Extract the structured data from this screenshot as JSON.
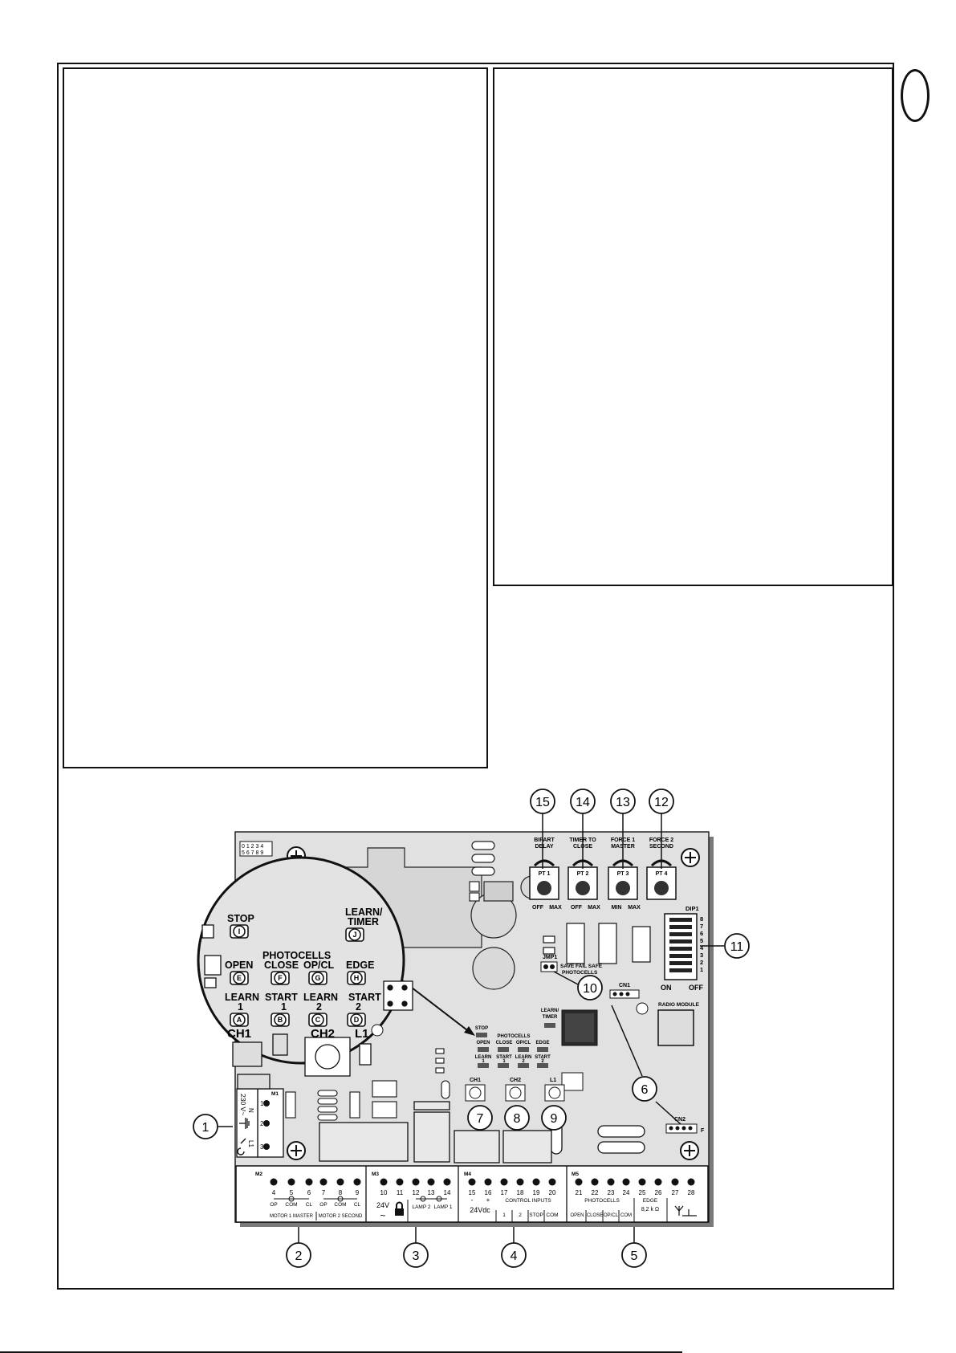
{
  "callouts": {
    "c1": "1",
    "c2": "2",
    "c3": "3",
    "c4": "4",
    "c5": "5",
    "c6": "6",
    "c7": "7",
    "c8": "8",
    "c9": "9",
    "c10": "10",
    "c11": "11",
    "c12": "12",
    "c13": "13",
    "c14": "14",
    "c15": "15"
  },
  "pots": {
    "pt1": {
      "name": "PT 1",
      "label1": "BIPART",
      "label2": "DELAY",
      "min": "OFF",
      "max": "MAX"
    },
    "pt2": {
      "name": "PT 2",
      "label1": "TIMER TO",
      "label2": "CLOSE",
      "min": "OFF",
      "max": "MAX"
    },
    "pt3": {
      "name": "PT 3",
      "label1": "FORCE 1",
      "label2": "MASTER",
      "min": "MIN",
      "max": "MAX"
    },
    "pt4": {
      "name": "PT 4",
      "label1": "FORCE 2",
      "label2": "SECOND"
    }
  },
  "dip": {
    "title": "DIP1",
    "on": "ON",
    "off": "OFF",
    "n8": "8",
    "n7": "7",
    "n6": "6",
    "n5": "5",
    "n4": "4",
    "n3": "3",
    "n2": "2",
    "n1": "1"
  },
  "codes": {
    "r1": "0 1 2 3 4",
    "r2": "5 6 7 8 9"
  },
  "jumper": {
    "name": "JMP1",
    "line1": "SAVE FAIL SAFE",
    "line2": "PHOTOCELLS"
  },
  "connectors": {
    "cn1": "CN1",
    "cn2": "CN2",
    "cn2f": "F",
    "radio": "RADIO MODULE"
  },
  "leds": {
    "stop": "STOP",
    "learn_timer1": "LEARN/",
    "learn_timer2": "TIMER",
    "photocells": "PHOTOCELLS",
    "open": "OPEN",
    "close": "CLOSE",
    "opcl": "OP/CL",
    "edge": "EDGE",
    "learn": "LEARN",
    "start": "START",
    "learn_n": "1",
    "start_n": "1",
    "learn2_n": "2",
    "start2_n": "2",
    "small_open": "OPEN",
    "small_close": "CLOSE",
    "small_opcl": "OP/CL",
    "small_edge": "EDGE",
    "small_learn1": "LEARN",
    "small_start1": "START",
    "small_learn2": "LEARN",
    "small_start2": "START",
    "small_1a": "1",
    "small_1b": "1",
    "small_2a": "2",
    "small_2b": "2"
  },
  "zoom_keys": {
    "i": "I",
    "j": "J",
    "e": "E",
    "f": "F",
    "g": "G",
    "h": "H",
    "a": "A",
    "b": "B",
    "c": "C",
    "d": "D"
  },
  "buttons": {
    "ch1": "CH1",
    "ch2": "CH2",
    "l1": "L1"
  },
  "power": {
    "m1": "M1",
    "n": "N",
    "l1": "L1",
    "label": "230 V~",
    "t1": "1",
    "t2": "2",
    "t3": "3"
  },
  "terminals": {
    "m2": {
      "name": "M2",
      "nums": [
        "4",
        "5",
        "6",
        "7",
        "8",
        "9"
      ],
      "op1": "OP",
      "com1": "COM",
      "cl1": "CL",
      "op2": "OP",
      "com2": "COM",
      "cl2": "CL",
      "motor1": "MOTOR 1 MASTER",
      "motor2": "MOTOR 2 SECOND"
    },
    "m3": {
      "name": "M3",
      "nums": [
        "10",
        "11",
        "12",
        "13",
        "14"
      ],
      "v": "24V",
      "ac": "~",
      "lamp2": "LAMP 2",
      "lamp1": "LAMP 1"
    },
    "m4": {
      "name": "M4",
      "nums": [
        "15",
        "16",
        "17",
        "18",
        "19",
        "20"
      ],
      "minus": "-",
      "plus": "+",
      "vdc": "24Vdc",
      "ctrl": "CONTROL INPUTS",
      "i1": "1",
      "i2": "2",
      "stop": "STOP",
      "com": "COM"
    },
    "m5": {
      "name": "M5",
      "nums": [
        "21",
        "22",
        "23",
        "24",
        "25",
        "26",
        "27",
        "28"
      ],
      "photocells": "PHOTOCELLS",
      "edge": "EDGE",
      "ohm": "8,2 k Ω",
      "open": "OPEN",
      "close": "CLOSE",
      "opcl": "OP/CL",
      "com": "COM"
    }
  }
}
